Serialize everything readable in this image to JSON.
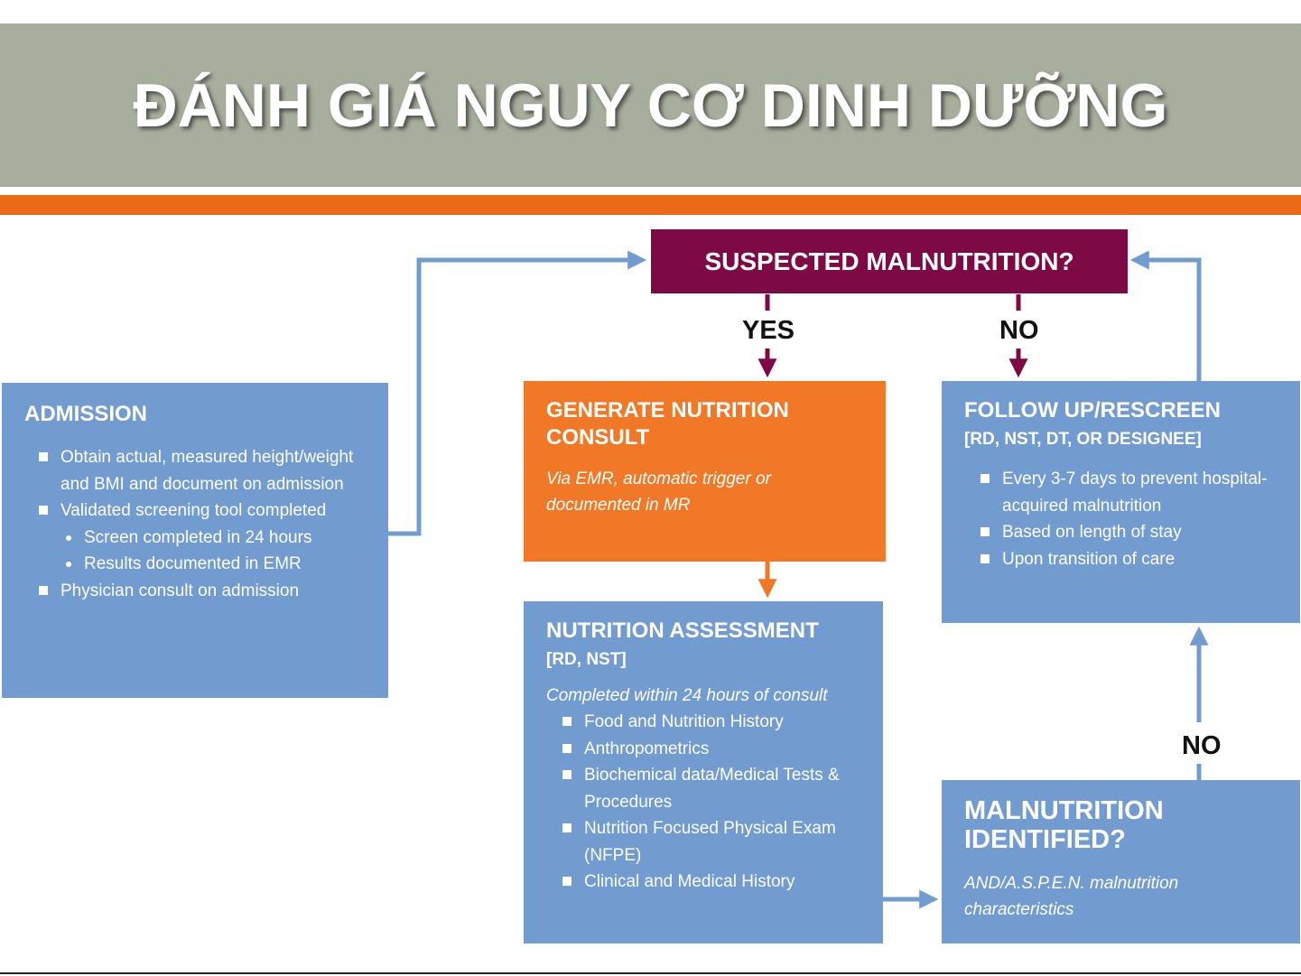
{
  "title": "ĐÁNH GIÁ NGUY CƠ DINH DƯỠNG",
  "colors": {
    "title_bar": "#a8ae9d",
    "accent_rule": "#ec6a16",
    "box_blue": "#729ccf",
    "box_orange": "#f07826",
    "box_plum": "#7d0a45",
    "arrow_blue": "#729ccf",
    "arrow_plum": "#7d0a45",
    "arrow_orange": "#f07826"
  },
  "question": "SUSPECTED MALNUTRITION?",
  "labels": {
    "yes": "YES",
    "no_top": "NO",
    "no_bottom": "NO"
  },
  "admission": {
    "heading": "ADMISSION",
    "items": [
      {
        "text": "Obtain actual, measured height/weight and BMI and document on admission"
      },
      {
        "text": "Validated screening tool completed"
      }
    ],
    "subitems": [
      "Screen completed in 24 hours",
      "Results documented in EMR"
    ],
    "last_item": "Physician consult on admission"
  },
  "consult": {
    "heading": "GENERATE NUTRITION CONSULT",
    "note": "Via EMR, automatic trigger or documented in MR"
  },
  "followup": {
    "heading": "FOLLOW UP/RESCREEN",
    "sub": "[RD, NST, DT, OR DESIGNEE]",
    "items": [
      "Every 3-7 days to prevent hospital-acquired malnutrition",
      "Based on length of stay",
      "Upon transition of care"
    ]
  },
  "assessment": {
    "heading": "NUTRITION ASSESSMENT",
    "sub": "[RD, NST]",
    "note": "Completed within 24 hours of consult",
    "items": [
      "Food and Nutrition History",
      "Anthropometrics",
      "Biochemical data/Medical Tests & Procedures",
      "Nutrition Focused Physical Exam (NFPE)",
      "Clinical and Medical History"
    ]
  },
  "identified": {
    "heading": "MALNUTRITION IDENTIFIED?",
    "note": "AND/A.S.P.E.N. malnutrition characteristics"
  }
}
